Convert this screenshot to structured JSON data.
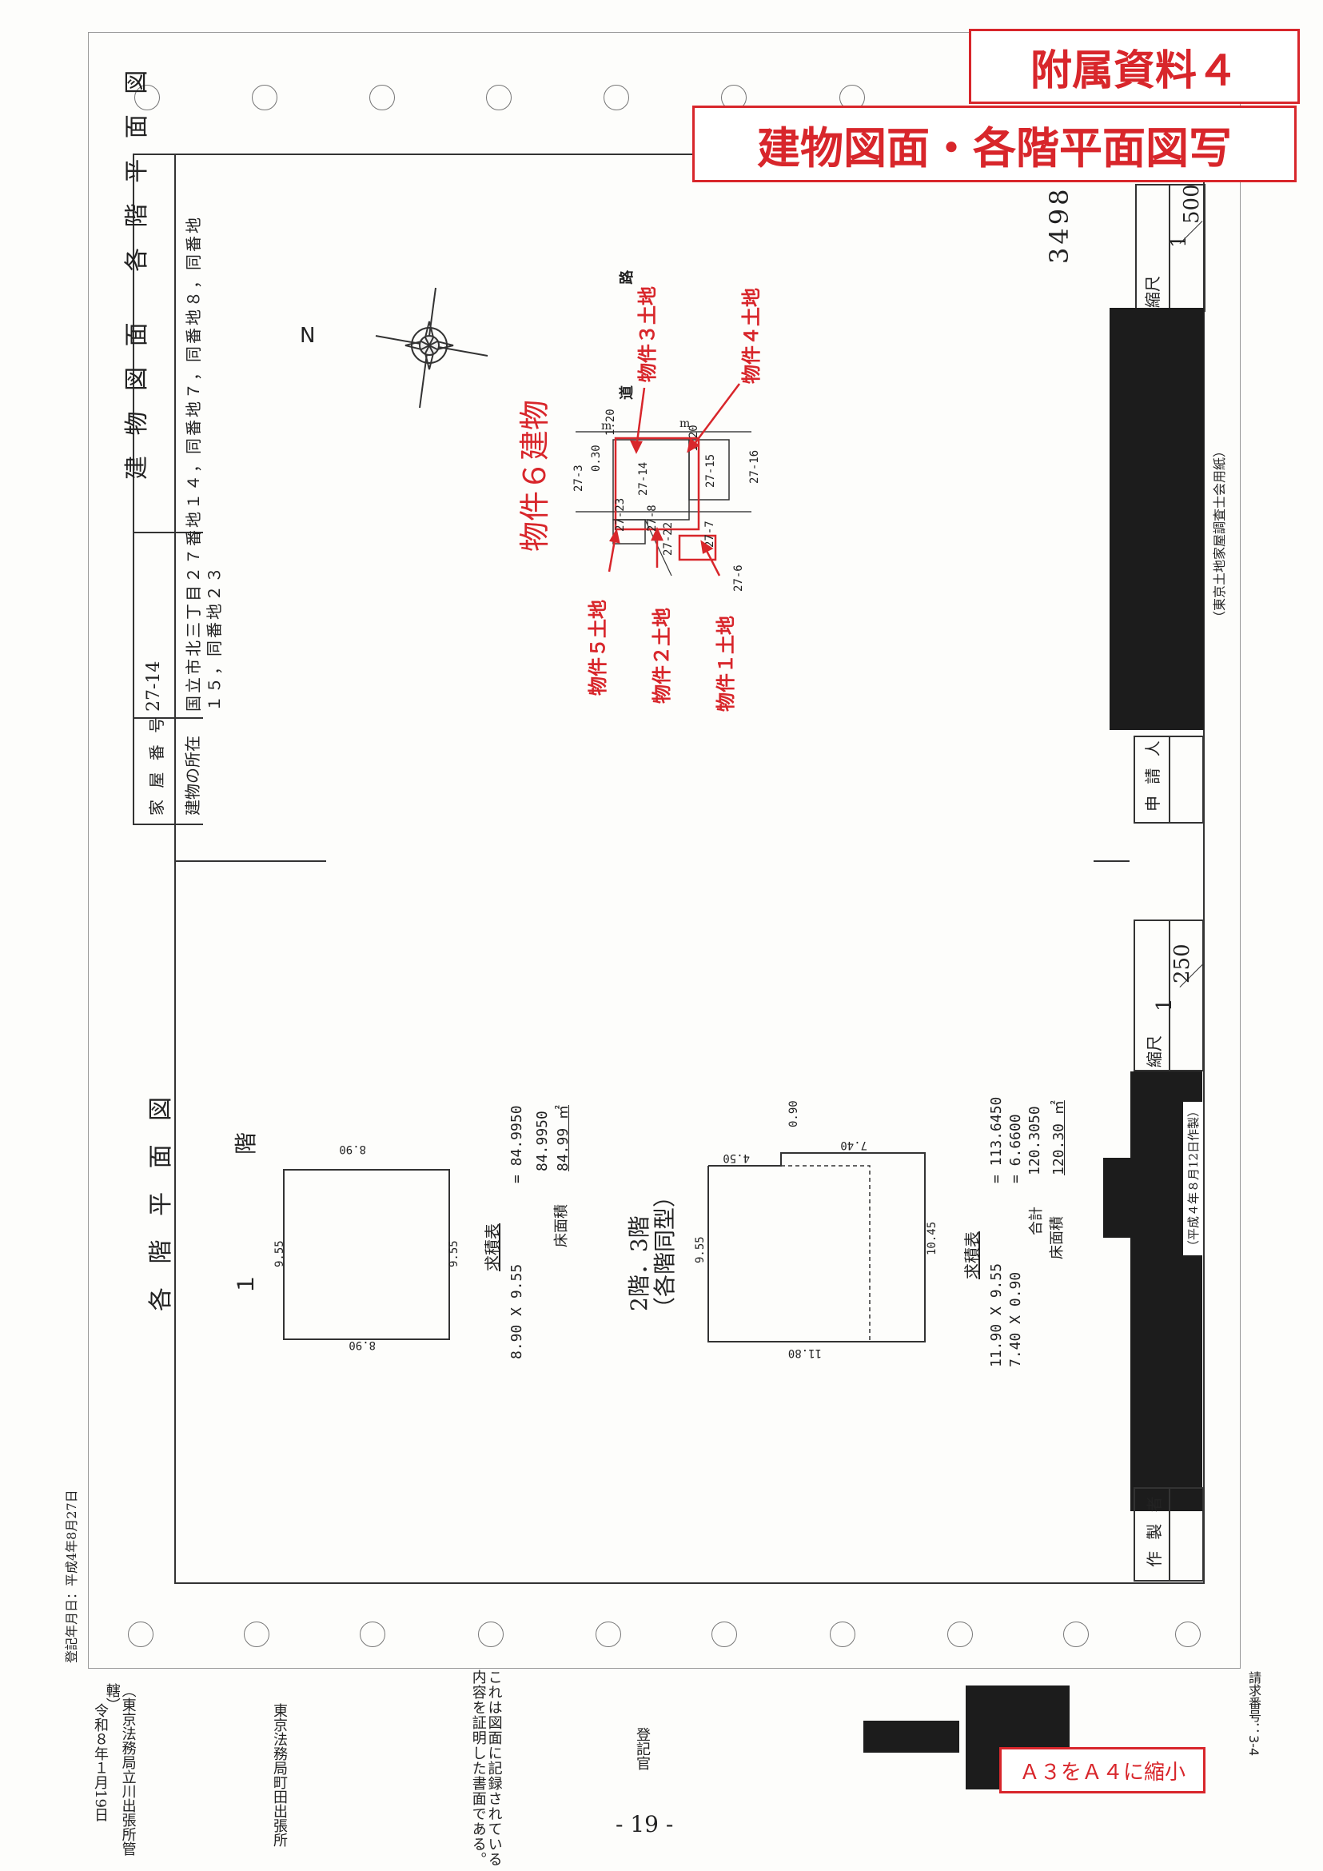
{
  "header": {
    "appendix": "附属資料４",
    "subtitle": "建物図面・各階平面図写"
  },
  "building_map": {
    "title": "建 物 図 面 　各 階 平 面 図",
    "house_number_label": "家 屋 番 号",
    "house_number": "27-14",
    "location_label": "建物の所在",
    "location_line1": "国立市北三丁目２７番地１４，同番地７，同番地８，同番地",
    "location_line2": "１５，同番地２３",
    "scale_label": "縮尺",
    "scale_value": "1/500",
    "scale_num": "1",
    "scale_den": "500",
    "doc_number": "3498",
    "north": "N",
    "road_label": "道 路",
    "parcels": [
      "27-3",
      "27-14",
      "27-15",
      "27-16",
      "27-23",
      "27-8",
      "27-22",
      "27-7",
      "27-6"
    ],
    "dims": [
      "1.20",
      "1.20",
      "0.30"
    ],
    "unit_m": "m",
    "red_labels": {
      "prop6": "物件６建物",
      "prop3": "物件３土地",
      "prop4": "物件４土地",
      "prop5": "物件５土地",
      "prop2": "物件２土地",
      "prop1": "物件１土地"
    },
    "applicant_label": "申 請 人",
    "paper_note": "（東京土地家屋調査士会用紙）"
  },
  "floor_plan": {
    "title": "各 階 平 面 図",
    "floor1_label": "１　階",
    "floor1_dims": {
      "top": "8.90",
      "bottom": "8.90",
      "left": "9.55",
      "right": "9.55"
    },
    "floor1_calc_title": "求積表",
    "floor1_calc_row": "8.90 X 9.55",
    "floor1_calc_eq": "= 84.9950",
    "floor1_sum": "84.9950",
    "floor1_area_label": "床面積",
    "floor1_area": "84.99 ㎡",
    "floor23_label": "2階．3階",
    "floor23_label2": "（各階同型）",
    "floor23_dims": {
      "top_a": "4.50",
      "top_b": "0.90",
      "top_c": "7.40",
      "left": "9.55",
      "right": "10.45",
      "bottom": "11.80"
    },
    "floor23_calc_title": "求積表",
    "floor23_row1": "11.90 X 9.55",
    "floor23_row1_eq": "= 113.6450",
    "floor23_row2": "7.40 X 0.90",
    "floor23_row2_eq": "= 6.6600",
    "floor23_total_label": "合計",
    "floor23_total": "120.3050",
    "floor23_area_label": "床面積",
    "floor23_area": "120.30 ㎡",
    "scale_label": "縮尺",
    "scale_num": "1",
    "scale_den": "250",
    "made_date": "（平成４年８月12日作製）",
    "maker_label": "作 製 者"
  },
  "footer": {
    "reg_date": "登記年月日：平成4年8月27日",
    "cert_text": "これは図面に記録されている内容を証明した書面である。",
    "cert_office": "（東京法務局立川出張所管轄）",
    "date": "令和８年１月19日",
    "office": "東京法務局町田出張所",
    "registrar": "登記官",
    "request_no": "請求番号：3-4",
    "reduce_note": "Ａ３をＡ４に縮小",
    "page_number": "- 19 -"
  }
}
